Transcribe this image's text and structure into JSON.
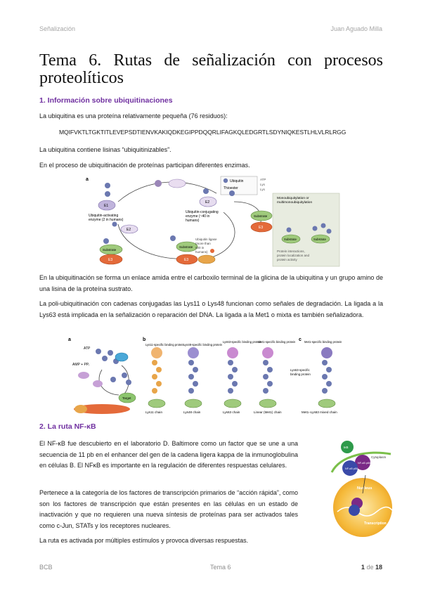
{
  "header": {
    "left": "Señalización",
    "right": "Juan Aguado Milla"
  },
  "title": "Tema 6. Rutas de señalización con procesos proteolíticos",
  "section1": {
    "heading": "1. Información sobre ubiquitinaciones",
    "p1": "La ubiquitina es una proteína relativamente pequeña (76 residuos):",
    "sequence": "MQIFVKTLTGKTITLEVEPSDTIENVKAKIQDKEGIPPDQQRLIFAGKQLEDGRTLSDYNIQKESTLHLVLRLRGG",
    "p2": "La ubiquitina contiene lisinas “ubiquitinizables”.",
    "p3": "En el proceso de ubiquitinación de proteínas participan diferentes enzimas.",
    "p4": "En la ubiquitinación se forma un enlace amida entre el carboxilo terminal de la glicina de la ubiquitina y un grupo amino de una lisina de la proteína sustrato.",
    "p5": "La poli-ubiquitinación con cadenas conjugadas las Lys11 o Lys48 funcionan como señales de degradación. La ligada a la Lys63 está implicada en la señalización o reparación del DNA. La ligada a la Met1 o mixta es también señalizadora."
  },
  "figure1": {
    "panel": "a",
    "legend": [
      "Ubiquitin",
      "Thioester"
    ],
    "legend_sub": [
      "ATP",
      "Lys",
      "Lys"
    ],
    "e1": "E1",
    "e1_label": [
      "Ubiquitin-activating",
      "enzyme (2 in humans)"
    ],
    "e2": "E2",
    "e2_label": [
      "Ubiquitin-conjugating",
      "enzyme (~40 in",
      "humans)"
    ],
    "e3": "E3",
    "e3_label": [
      "Ubiquitin ligase",
      "(more than",
      "600 in",
      "humans)"
    ],
    "substrate": "Substrate",
    "box_title": [
      "Monoubiquitylation or",
      "multimonoubiquitylation"
    ],
    "box_caption": [
      "Protein interactions,",
      "protein localization and",
      "protein activity"
    ]
  },
  "figure2": {
    "panels": [
      "a",
      "b",
      "c"
    ],
    "atp": "ATP",
    "amp": "AMP + PPᵢ",
    "target": "Target",
    "chain_labels": [
      "Lys11 chain",
      "Lys48 chain",
      "Lys63 chain",
      "Linear (Met1) chain",
      "Met1–Lys63 mixed chain"
    ],
    "binding_labels": [
      "Lys11-specific binding protein",
      "Lys48-specific binding protein",
      "Lys63-specific binding protein",
      "Met1-specific binding protein",
      "Met1-specific binding protein"
    ],
    "lys63_binding": [
      "Lys63-specific",
      "binding protein"
    ]
  },
  "section2": {
    "heading": "2. La ruta NF-κB",
    "p1": "El NF-κB fue descubierto en el laboratorio D. Baltimore como un factor que se une a una secuencia de 11 pb en el enhancer del gen de la cadena ligera kappa de la inmunoglobulina en células B. El NFκB es importante en la regulación de diferentes respuestas celulares.",
    "p2": "Pertenece a la categoría de los factores de transcripción primarios de “acción rápida”, como son los factores de transcripción que están presentes en las células en un estado de inactivación y que no requieren una nueva síntesis de proteínas para ser activados tales como c-Jun, STATs y los receptores nucleares.",
    "p3": "La ruta es activada por múltiples estímulos y provoca diversas respuestas."
  },
  "figure3": {
    "cytoplasm": "Cytoplasm",
    "nucleus": "Nucleus",
    "transcription": "Transcription",
    "ikb": "IκB",
    "p50": "NF-κB p50",
    "p65": "NF-κB p65"
  },
  "footer": {
    "left": "BCB",
    "center": "Tema 6",
    "page": "1",
    "of": "de",
    "total": "18"
  }
}
